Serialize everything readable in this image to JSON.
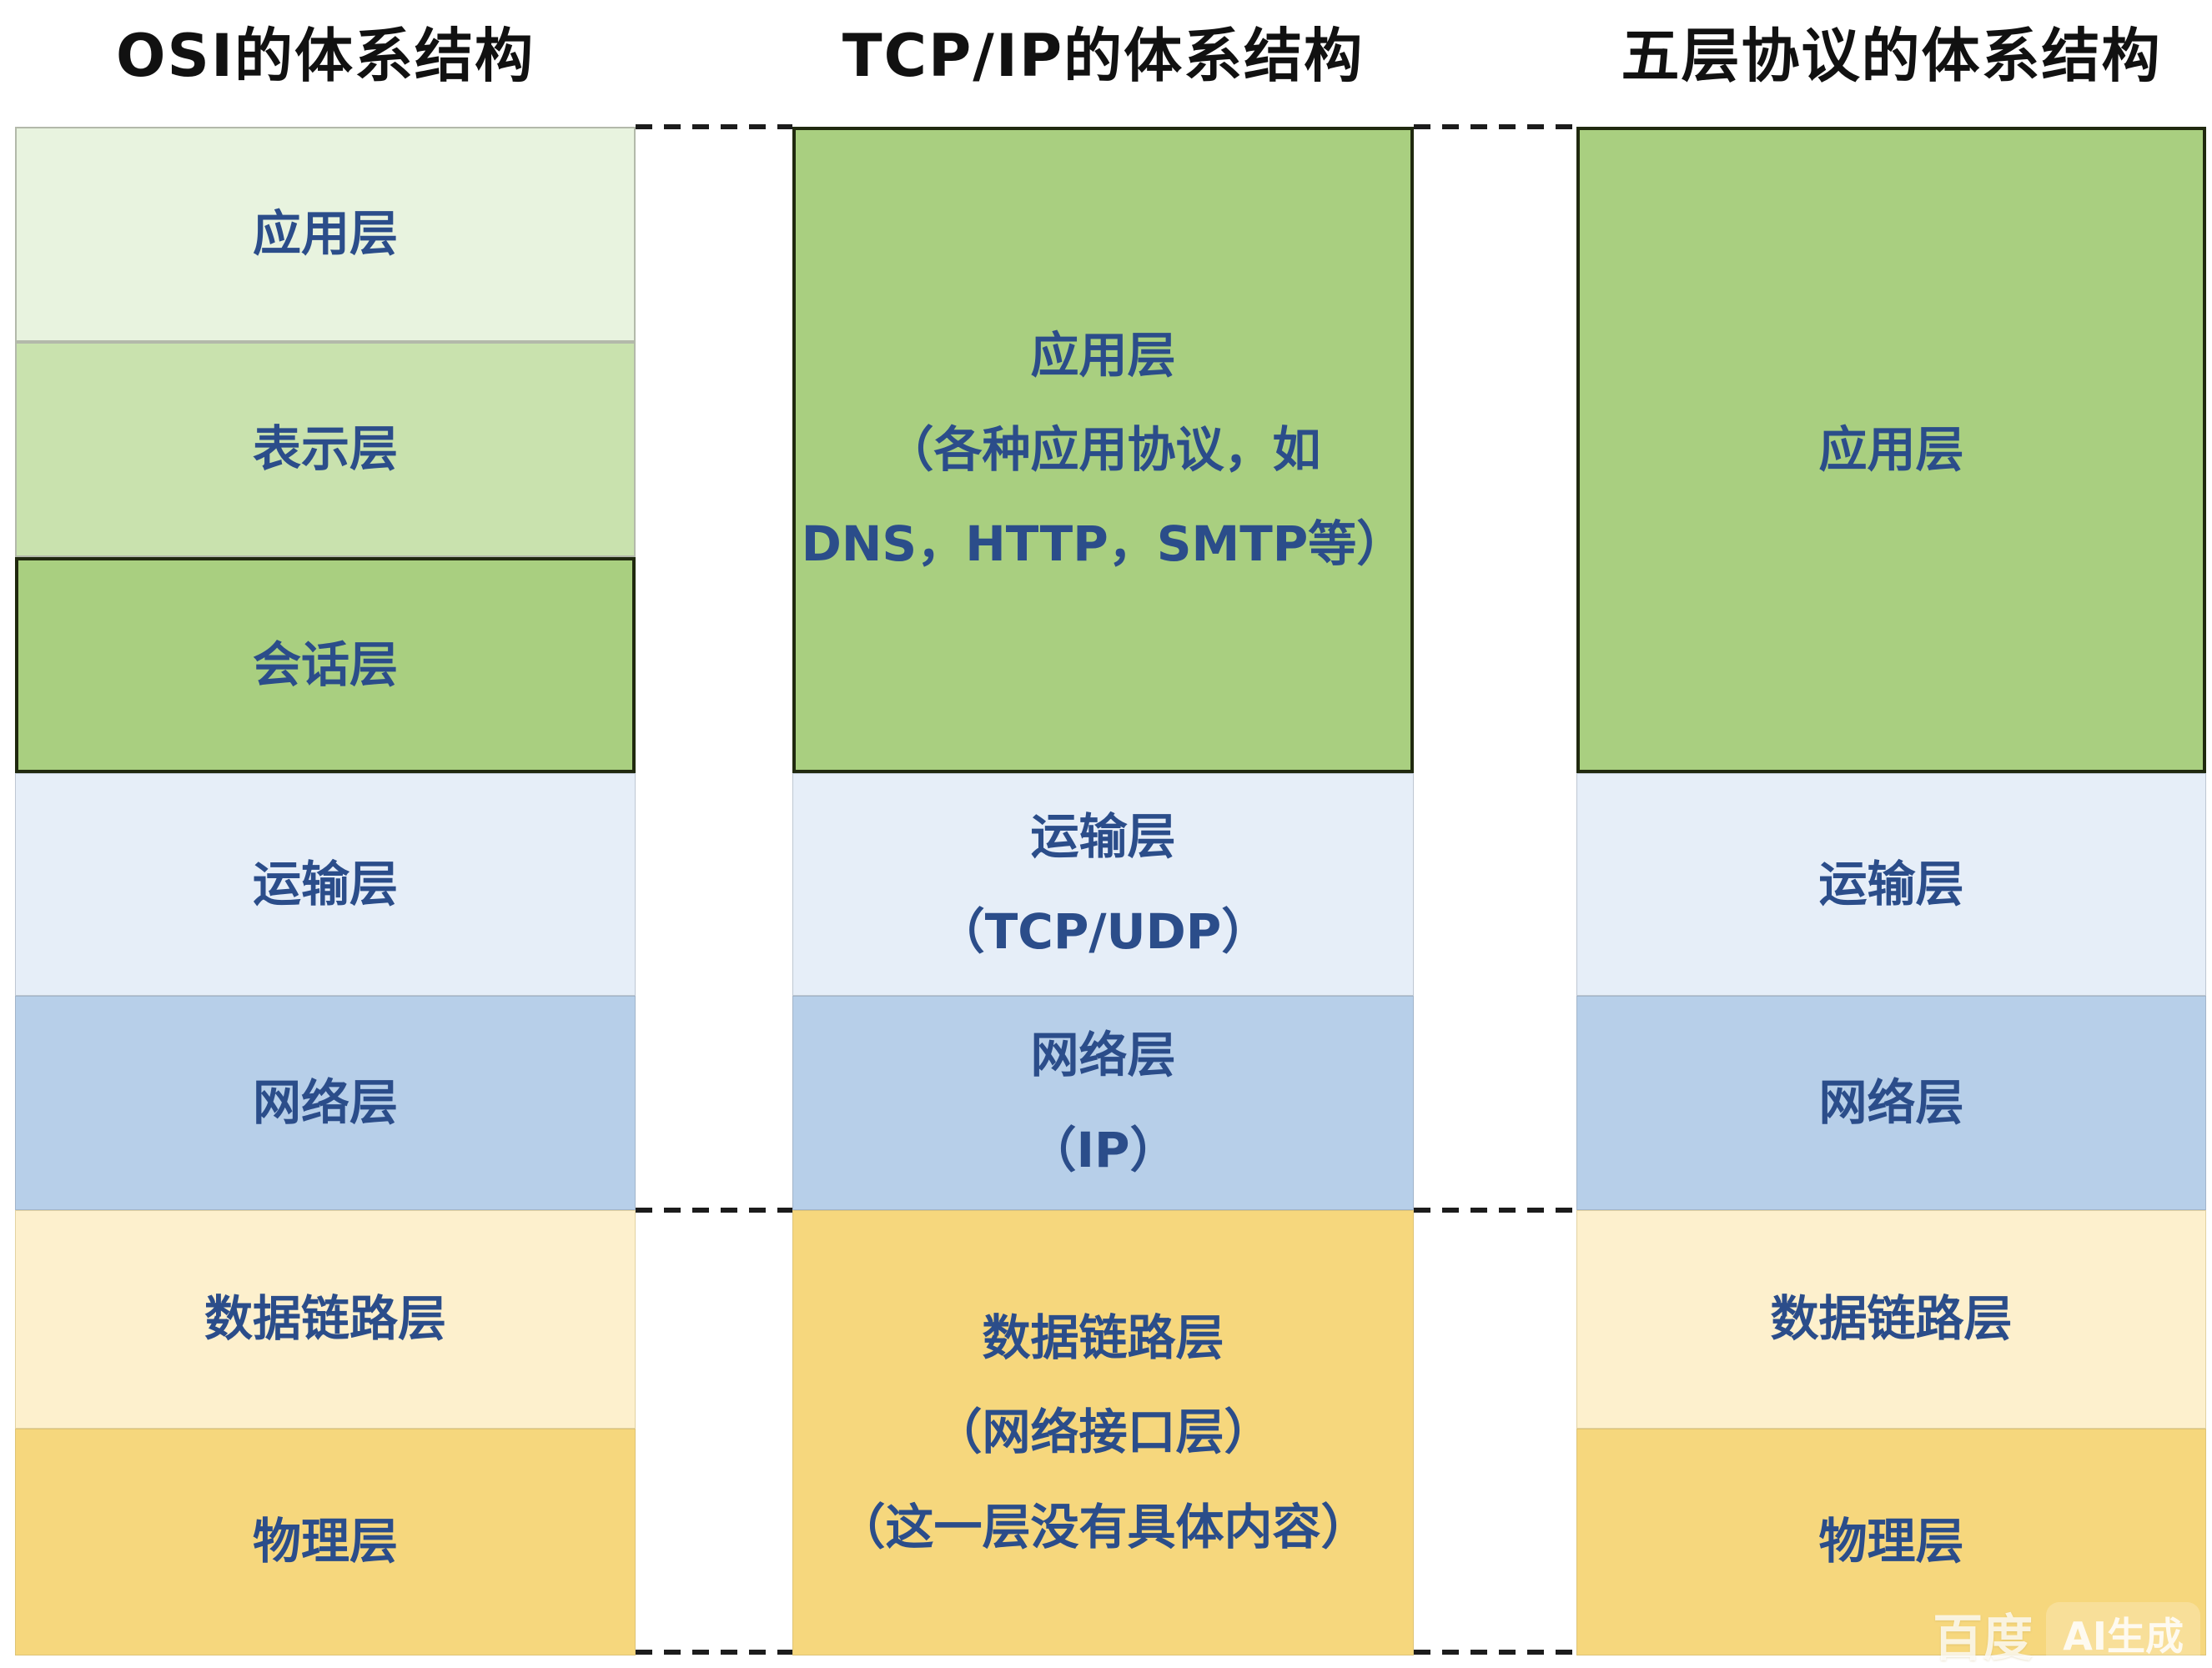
{
  "palette": {
    "pale_green": "#e8f3df",
    "light_green": "#c9e2ae",
    "green": "#a9cf80",
    "pale_blue": "#e6eef8",
    "blue": "#b7cfe9",
    "cream": "#fdf0cd",
    "yellow": "#f6d77d",
    "label_text": "#2b4d8a",
    "title_text": "#111111",
    "dash": "#1c1c1c",
    "dark_border": "#20290f"
  },
  "columns": [
    {
      "title": "OSI的体系结构",
      "layers": [
        {
          "name": "application",
          "lines": [
            "应用层"
          ],
          "bg": "#e8f3df"
        },
        {
          "name": "presentation",
          "lines": [
            "表示层"
          ],
          "bg": "#c9e2ae"
        },
        {
          "name": "session",
          "lines": [
            "会话层"
          ],
          "bg": "#a9cf80"
        },
        {
          "name": "transport",
          "lines": [
            "运输层"
          ],
          "bg": "#e6eef8"
        },
        {
          "name": "network",
          "lines": [
            "网络层"
          ],
          "bg": "#b7cfe9"
        },
        {
          "name": "data-link",
          "lines": [
            "数据链路层"
          ],
          "bg": "#fdf0cd"
        },
        {
          "name": "physical",
          "lines": [
            "物理层"
          ],
          "bg": "#f6d77d"
        }
      ]
    },
    {
      "title": "TCP/IP的体系结构",
      "layers": [
        {
          "name": "application",
          "lines": [
            "应用层",
            "（各种应用协议，如",
            "DNS，HTTP，SMTP等）"
          ],
          "bg": "#a9cf80"
        },
        {
          "name": "transport",
          "lines": [
            "运输层",
            "（TCP/UDP）"
          ],
          "bg": "#e6eef8"
        },
        {
          "name": "network",
          "lines": [
            "网络层",
            "（IP）"
          ],
          "bg": "#b7cfe9"
        },
        {
          "name": "network-interface",
          "lines": [
            "数据链路层",
            "（网络接口层）",
            "（这一层没有具体内容）"
          ],
          "bg": "#f6d77d"
        }
      ]
    },
    {
      "title": "五层协议的体系结构",
      "layers": [
        {
          "name": "application",
          "lines": [
            "应用层"
          ],
          "bg": "#a9cf80"
        },
        {
          "name": "transport",
          "lines": [
            "运输层"
          ],
          "bg": "#e6eef8"
        },
        {
          "name": "network",
          "lines": [
            "网络层"
          ],
          "bg": "#b7cfe9"
        },
        {
          "name": "data-link",
          "lines": [
            "数据链路层"
          ],
          "bg": "#fdf0cd"
        },
        {
          "name": "physical",
          "lines": [
            "物理层"
          ],
          "bg": "#f6d77d"
        }
      ]
    }
  ],
  "watermark": {
    "brand": "百度",
    "badge": "AI生成"
  }
}
